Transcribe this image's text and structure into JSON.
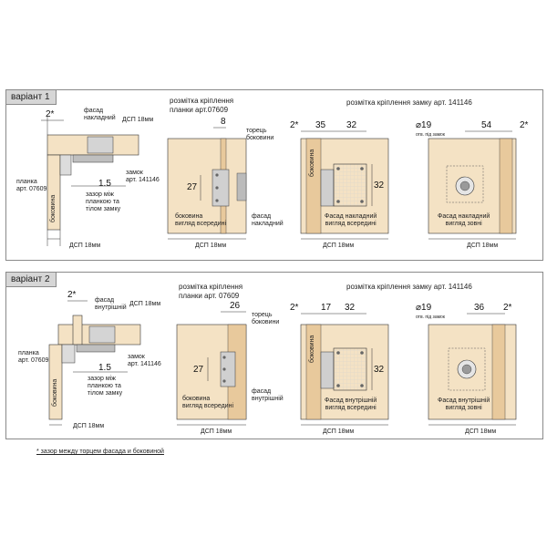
{
  "variant1": {
    "tag": "варіант 1",
    "side": {
      "gap_label": "2*",
      "facade_label": "фасад\nнакладний",
      "dsp_top": "ДСП 18мм",
      "plate_label": "планка\nарт. 07609",
      "lock_label": "замок\nарт. 141146",
      "gap_dim": "1.5",
      "gap_note": "зазор між\nпланкою та\nтілом замку",
      "bokovyna": "боковина",
      "dsp_bottom": "ДСП 18мм"
    },
    "plate_mark": {
      "title": "розмітка кріплення\nпланки арт.07609",
      "dim_top": "8",
      "end_label": "торець\nбоковини",
      "dim_side": "27",
      "inner_label": "боковина\nвигляд всередині",
      "facade_label": "фасад\nнакладний",
      "dsp": "ДСП 18мм"
    },
    "lock_title": "розмітка кріплення замку арт. 141146",
    "lock_in": {
      "gap": "2*",
      "d1": "35",
      "d2": "32",
      "d3": "32",
      "bokovyna": "боковина",
      "label": "Фасад накладний\nвигляд всередині",
      "dsp": "ДСП 18мм"
    },
    "lock_out": {
      "dia": "⌀19",
      "dia_note": "отв. під замок",
      "d1": "54",
      "gap": "2*",
      "label": "Фасад накладний\nвигляд зовні",
      "dsp": "ДСП 18мм"
    }
  },
  "variant2": {
    "tag": "варіант 2",
    "side": {
      "gap_label": "2*",
      "facade_label": "фасад\nвнутрішній",
      "dsp_top": "ДСП 18мм",
      "plate_label": "планка\nарт. 07609",
      "lock_label": "замок\nарт. 141146",
      "gap_dim": "1.5",
      "gap_note": "зазор між\nпланкою та\nтілом замку",
      "bokovyna": "боковина",
      "dsp_bottom": "ДСП 18мм"
    },
    "plate_mark": {
      "title": "розмітка кріплення\nпланки арт. 07609",
      "dim_top": "26",
      "end_label": "торець\nбоковини",
      "dim_side": "27",
      "inner_label": "боковина\nвигляд всередині",
      "facade_label": "фасад\nвнутрішній",
      "dsp": "ДСП 18мм"
    },
    "lock_title": "розмітка кріплення замку арт. 141146",
    "lock_in": {
      "gap": "2*",
      "d1": "17",
      "d2": "32",
      "d3": "32",
      "bokovyna": "боковина",
      "label": "Фасад внутрішній\nвигляд всередині",
      "dsp": "ДСП 18мм"
    },
    "lock_out": {
      "dia": "⌀19",
      "dia_note": "отв. під замок",
      "d1": "36",
      "gap": "2*",
      "label": "Фасад внутрішній\nвигляд зовні",
      "dsp": "ДСП 18мм"
    }
  },
  "footnote": "* зазор между торцем фасада и боковиной",
  "colors": {
    "wood": "#f4e2c4",
    "wood_dark": "#e8c99c",
    "line": "#333333",
    "metal": "#bfbfbf",
    "frame": "#8a8a8a"
  }
}
